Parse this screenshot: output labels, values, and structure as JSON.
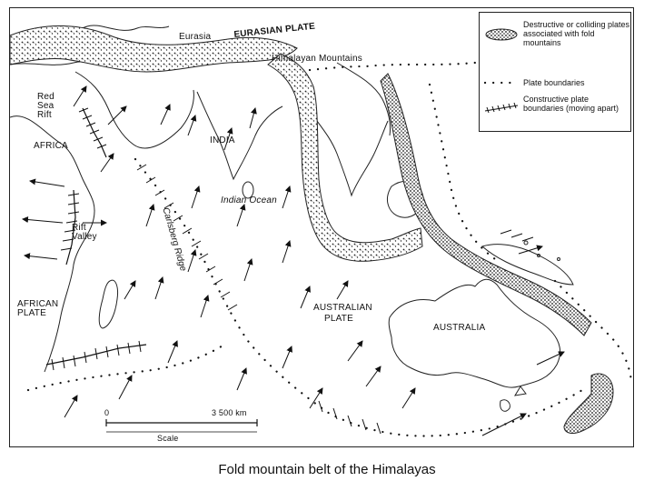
{
  "caption": "Fold mountain belt of the Himalayas",
  "labels": {
    "eurasia": "Eurasia",
    "eurasian_plate": "EURASIAN PLATE",
    "himalayan_mountains": "Himalayan Mountains",
    "red_sea_rift_1": "Red",
    "red_sea_rift_2": "Sea",
    "red_sea_rift_3": "Rift",
    "africa": "AFRICA",
    "india": "INDIA",
    "indian_ocean": "Indian Ocean",
    "rift_valley_1": "Rift",
    "rift_valley_2": "Valley",
    "african_plate_1": "AFRICAN",
    "african_plate_2": "PLATE",
    "carlsberg_ridge": "Carlsberg Ridge",
    "australian_plate_1": "AUSTRALIAN",
    "australian_plate_2": "PLATE",
    "australia": "AUSTRALIA"
  },
  "legend": {
    "items": [
      {
        "symbol": "stippled-belt",
        "text": "Destructive or colliding plates associated with fold mountains"
      },
      {
        "symbol": "dotted-line",
        "text": "Plate boundaries"
      },
      {
        "symbol": "hatched-line",
        "text": "Constructive plate boundaries (moving apart)"
      }
    ]
  },
  "scale": {
    "start": "0",
    "end": "3 500 km",
    "label": "Scale"
  },
  "colors": {
    "ink": "#1a1a1a",
    "paper": "#ffffff"
  }
}
